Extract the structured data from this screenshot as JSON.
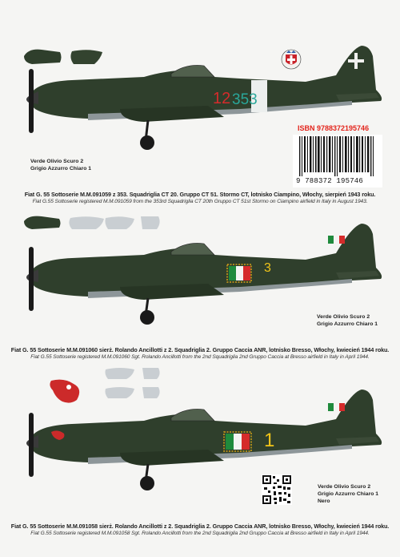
{
  "isbn": "ISBN 9788372195746",
  "barcode_digits": "9 788372 195746",
  "profile1": {
    "legend": [
      "Verde Olivio Scuro 2",
      "Grigio Azzurro Chiaro 1"
    ],
    "caption_pl": "Fiat G. 55 Sottoserie M.M.091059 z 353. Squadriglia CT 20. Gruppo CT 51. Stormo CT, lotnisko Ciampino, Włochy, sierpień 1943 roku.",
    "caption_en": "Fiat G.55 Sottoserie registered M.M.091059 from the 353rd Squadriglia CT 20th Gruppo CT 51st Stormo on Ciampino airfield in Italy in August 1943.",
    "markings": {
      "red_number": "12",
      "sq_number": "353"
    }
  },
  "profile2": {
    "legend": [
      "Verde Olivio Scuro 2",
      "Grigio Azzurro Chiaro 1"
    ],
    "caption_pl": "Fiat G. 55 Sottoserie M.M.091060 sierż. Rolando Ancillotti z 2. Squadriglia 2. Gruppo Caccia ANR, lotnisko Bresso, Włochy, kwiecień 1944 roku.",
    "caption_en": "Fiat G.55 Sottoserie registered M.M.091060 Sgt. Rolando Ancillotti from the 2nd Squadriglia 2nd Gruppo Caccia at Bresso airfield in Italy in April 1944.",
    "markings": {
      "number": "3"
    }
  },
  "profile3": {
    "legend": [
      "Verde Olivio Scuro 2",
      "Grigio Azzurro Chiaro 1",
      "Nero"
    ],
    "caption_pl": "Fiat G. 55 Sottoserie M.M.091058 sierż. Rolando Ancillotti z 2. Squadriglia 2. Gruppo Caccia ANR, lotnisko Bresso, Włochy, kwiecień 1944 roku.",
    "caption_en": "Fiat G.55 Sottoserie registered M.M.091058 Sgt. Rolando Ancillotti from the 2nd Squadriglia 2nd Gruppo Caccia at Bresso airfield in Italy in April 1944.",
    "markings": {
      "number": "1"
    }
  },
  "colors": {
    "olive": "#2f3f2c",
    "olive_light": "#4a5a45",
    "grey_blue": "#c9ced2",
    "italian_green": "#1f8a3c",
    "italian_red": "#d52b2b",
    "yellow": "#f0c419",
    "isbn_red": "#e3241b"
  }
}
